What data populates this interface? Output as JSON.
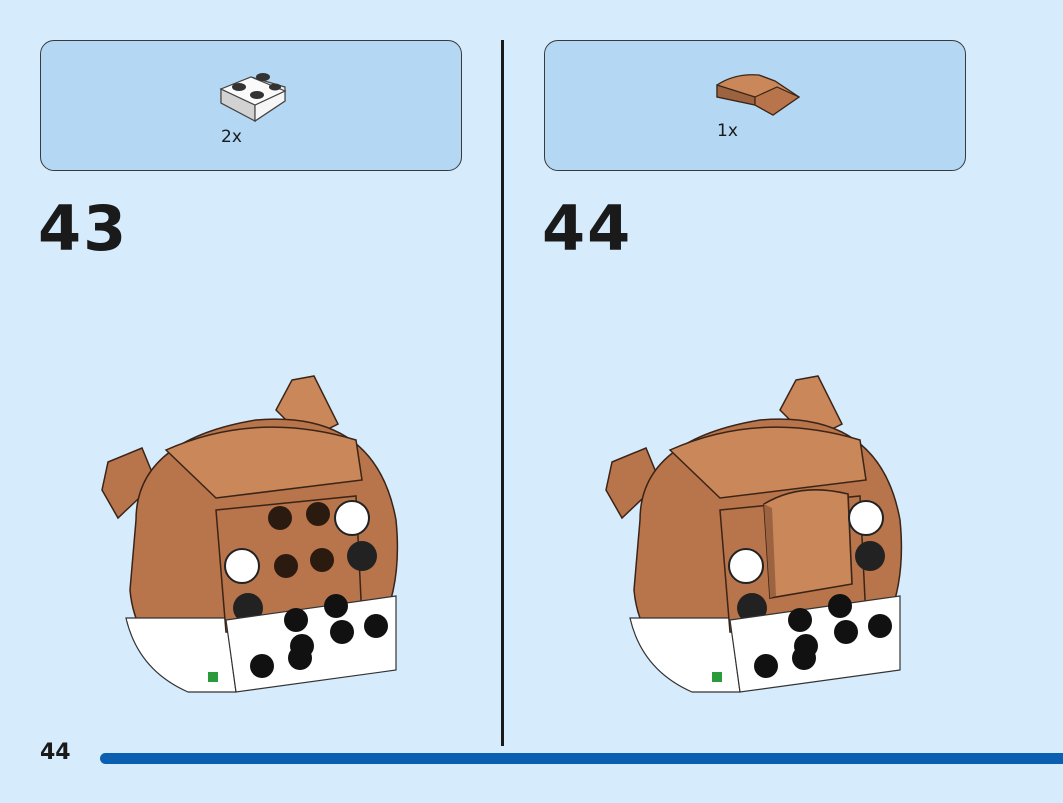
{
  "page": {
    "number": "44"
  },
  "progress": {
    "fraction": 1.0,
    "color": "#0b5fb0"
  },
  "steps": [
    {
      "number": "43",
      "part": {
        "icon": "white-wedge-plate-icon",
        "qty": "2x",
        "color": "#f4f4f4"
      }
    },
    {
      "number": "44",
      "part": {
        "icon": "brown-curved-slope-icon",
        "qty": "1x",
        "color": "#c9875a"
      }
    }
  ]
}
